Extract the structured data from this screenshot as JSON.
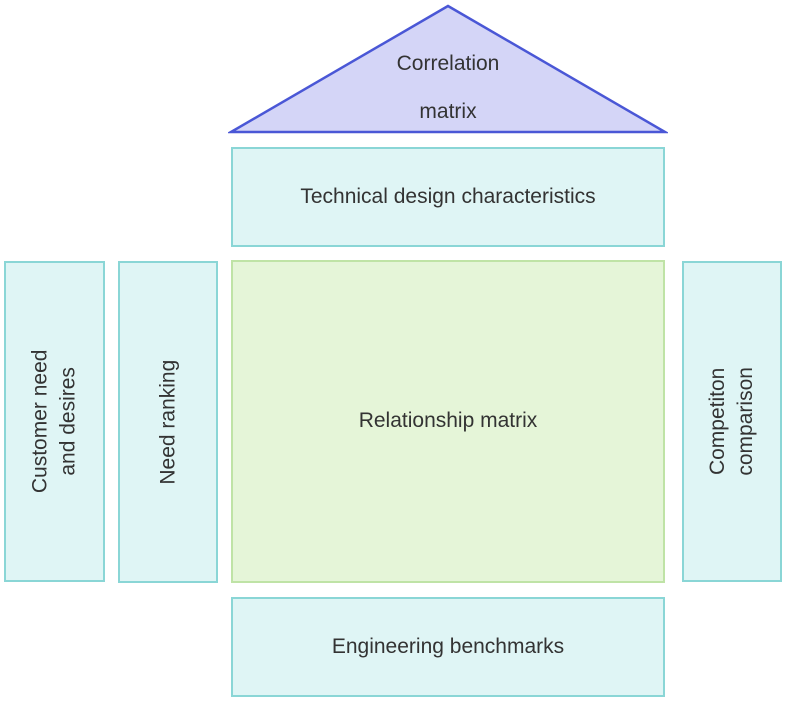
{
  "roof": {
    "line1": "Correlation",
    "line2": "matrix",
    "fill": "#d4d5f7",
    "stroke": "#4a57d6"
  },
  "technical": {
    "label": "Technical design characteristics"
  },
  "customer": {
    "line1": "Customer need",
    "line2": "and desires"
  },
  "need_ranking": {
    "label": "Need ranking"
  },
  "relationship": {
    "label": "Relationship matrix"
  },
  "competition": {
    "line1": "Competiton",
    "line2": "comparison"
  },
  "engineering": {
    "label": "Engineering benchmarks"
  }
}
